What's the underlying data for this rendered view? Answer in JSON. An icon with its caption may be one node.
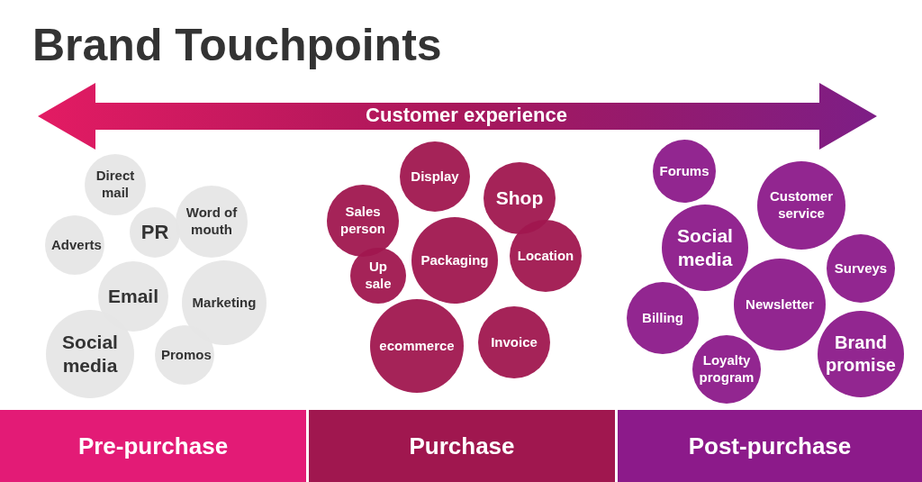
{
  "diagram": {
    "title": "Brand Touchpoints",
    "nodes": [
      {
        "text": [
          "Direct mail"
        ]
      },
      {
        "text": [
          "Adverts"
        ]
      },
      {
        "text": [
          "PR"
        ]
      },
      {
        "text": [
          "Word of mouth"
        ]
      },
      {
        "text": [
          "Email"
        ]
      },
      {
        "text": [
          "Marketing"
        ]
      },
      {
        "text": [
          "Social media"
        ]
      },
      {
        "text": [
          "Promos"
        ]
      },
      {
        "text": [
          "Display"
        ]
      },
      {
        "text": [
          "Sales person"
        ]
      },
      {
        "text": [
          "Shop"
        ]
      },
      {
        "text": [
          "Packaging"
        ]
      },
      {
        "text": [
          "Location"
        ]
      },
      {
        "text": [
          "Up sale"
        ]
      },
      {
        "text": [
          "ecommerce"
        ]
      },
      {
        "text": [
          "Invoice"
        ]
      },
      {
        "text": [
          "Forums"
        ]
      },
      {
        "text": [
          "Social media"
        ]
      },
      {
        "text": [
          "Customer service"
        ]
      },
      {
        "text": [
          "Surveys"
        ]
      },
      {
        "text": [
          "Billing"
        ]
      },
      {
        "text": [
          "Newsletter"
        ]
      },
      {
        "text": [
          "Loyalty program"
        ]
      },
      {
        "text": [
          "Brand promise"
        ]
      },
      {
        "text": [
          "Pre-purchase"
        ]
      },
      {
        "text": [
          "Purchase"
        ]
      },
      {
        "text": [
          "Post-purchase"
        ]
      }
    ],
    "labels": [
      "Customer experience"
    ]
  }
}
